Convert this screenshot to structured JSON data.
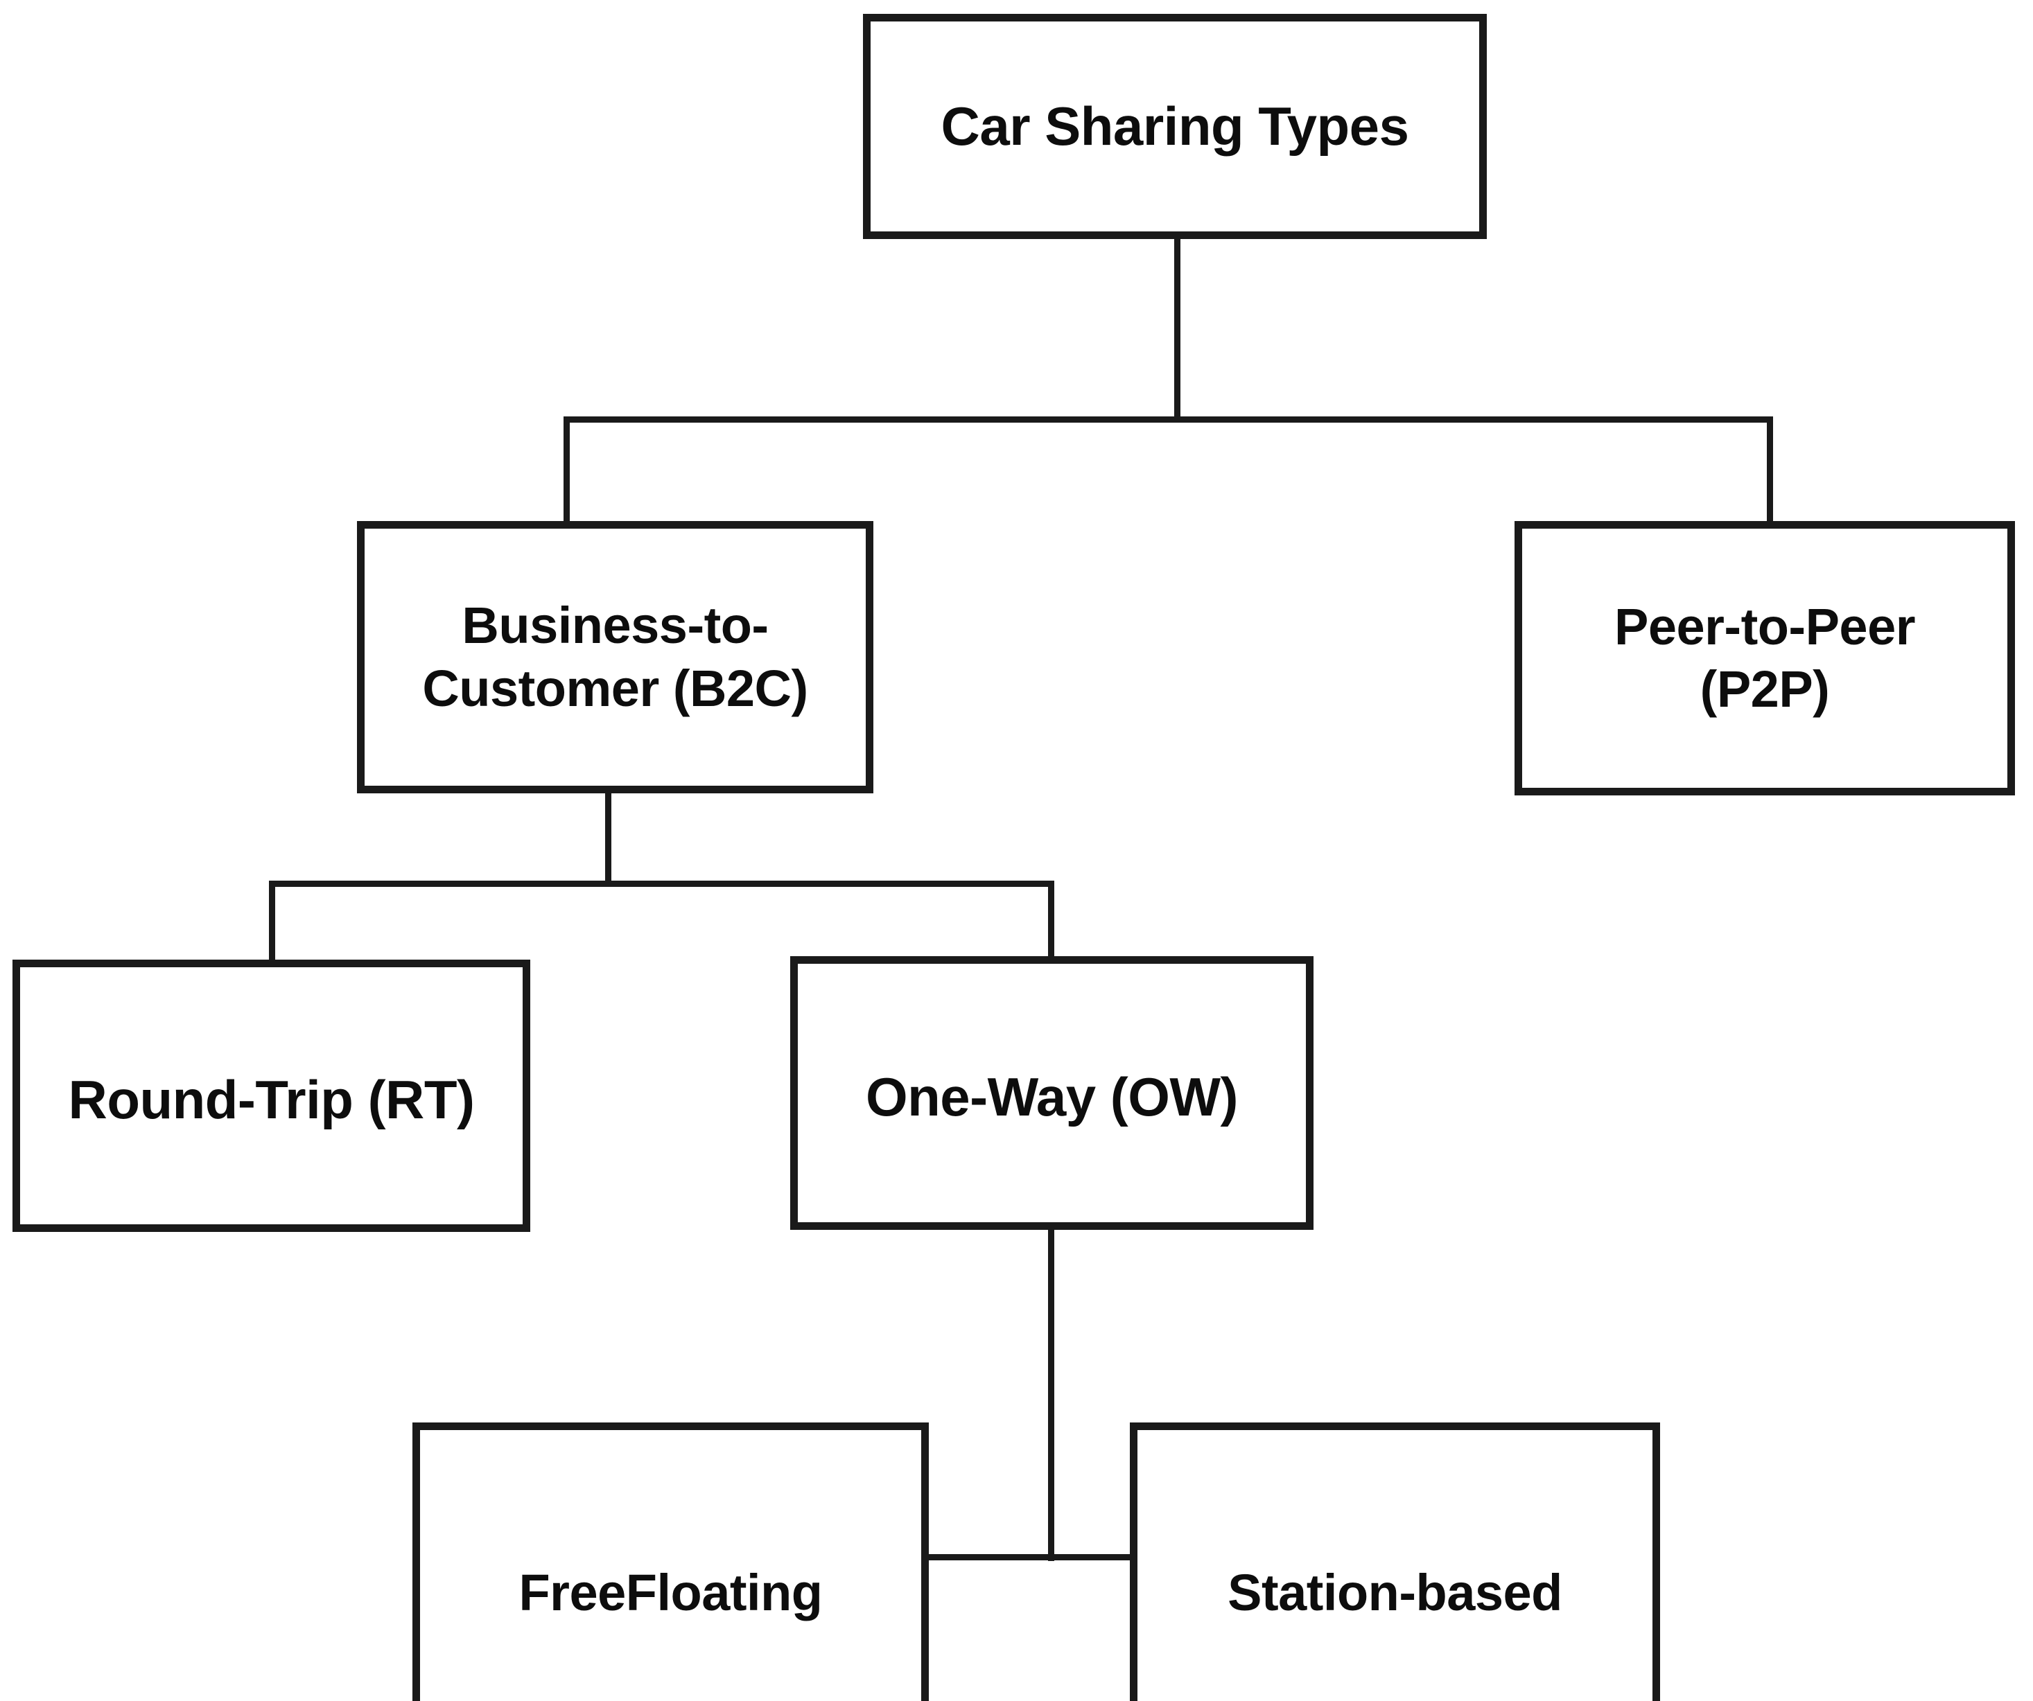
{
  "diagram": {
    "title": "Car Sharing Types",
    "type": "tree-hierarchy",
    "orientation": "top-down",
    "colors": {
      "node_border": "#1a1a1a",
      "node_fill": "#ffffff",
      "connector": "#1a1a1a",
      "text": "#0d0d0d",
      "background": "#ffffff"
    },
    "nodes": {
      "root": {
        "label": "Car Sharing Types",
        "level": 0
      },
      "b2c": {
        "label": "Business-to-\nCustomer (B2C)",
        "level": 1
      },
      "p2p": {
        "label": "Peer-to-Peer\n(P2P)",
        "level": 1
      },
      "round_trip": {
        "label": "Round-Trip (RT)",
        "level": 2
      },
      "one_way": {
        "label": "One-Way (OW)",
        "level": 2
      },
      "free_floating": {
        "label": "FreeFloating",
        "level": 3
      },
      "station_based": {
        "label": "Station-based",
        "level": 3
      }
    },
    "edges": [
      {
        "from": "root",
        "to": "b2c"
      },
      {
        "from": "root",
        "to": "p2p"
      },
      {
        "from": "b2c",
        "to": "round_trip"
      },
      {
        "from": "b2c",
        "to": "one_way"
      },
      {
        "from": "one_way",
        "to": "free_floating"
      },
      {
        "from": "one_way",
        "to": "station_based"
      }
    ]
  }
}
